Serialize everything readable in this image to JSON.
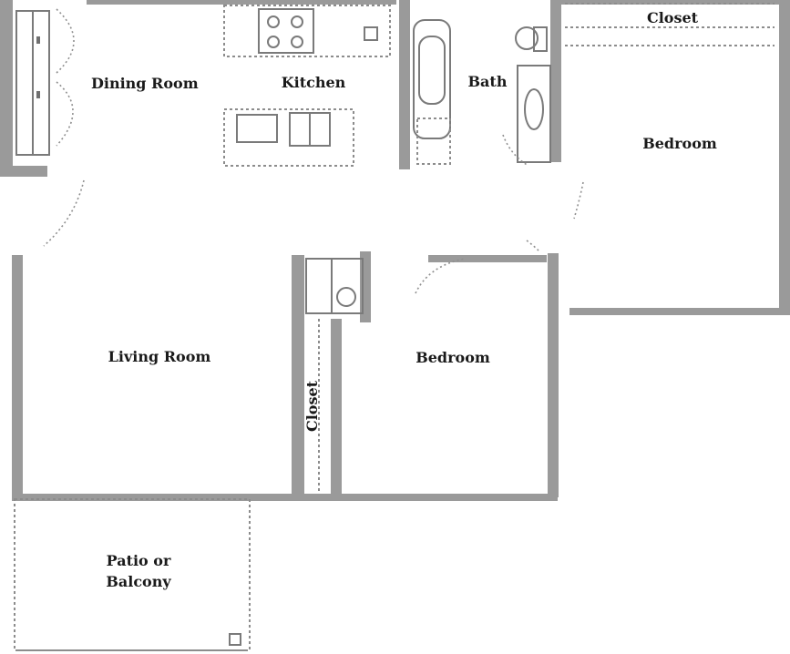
{
  "rooms": {
    "dining_room": "Dining Room",
    "kitchen": "Kitchen",
    "bath": "Bath",
    "closet_top": "Closet",
    "bedroom_right": "Bedroom",
    "living_room": "Living Room",
    "closet_middle": "Closet",
    "bedroom_center": "Bedroom",
    "patio_line1": "Patio or",
    "patio_line2": "Balcony"
  },
  "colors": {
    "wall": "#9a9a9a",
    "background": "#ffffff",
    "label": "#1a1a1a"
  }
}
